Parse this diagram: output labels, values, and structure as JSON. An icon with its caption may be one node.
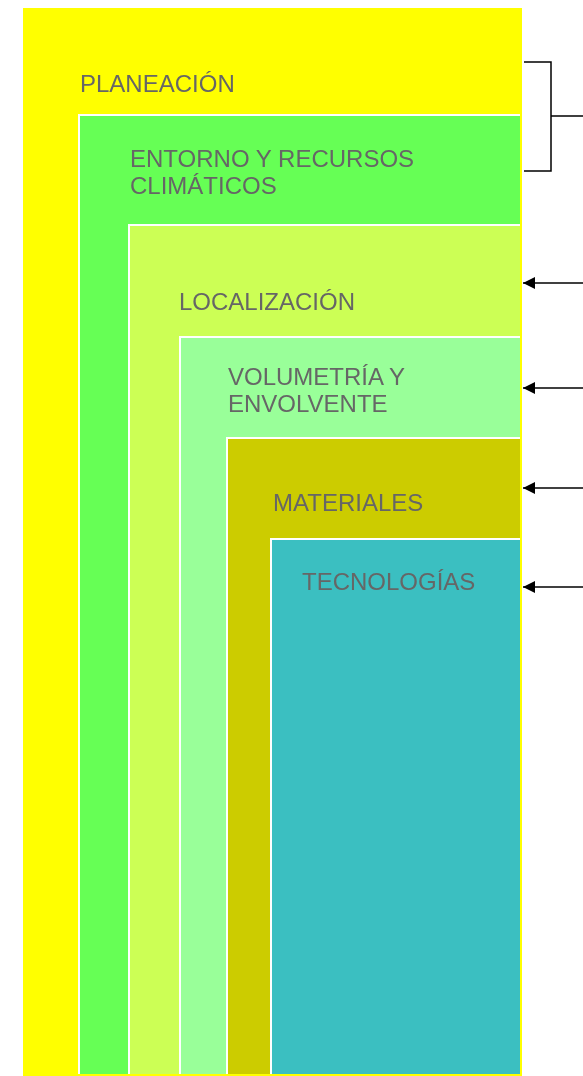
{
  "diagram": {
    "nodes": [
      {
        "text": [
          "PLANEACIÓN"
        ]
      },
      {
        "text": [
          "ENTORNO Y RECURSOS CLIMÁTICOS"
        ],
        "in": 0
      },
      {
        "text": [
          "LOCALIZACIÓN"
        ],
        "in": 1
      },
      {
        "text": [
          "VOLUMETRÍA Y ENVOLVENTE"
        ],
        "in": 2
      },
      {
        "text": [
          "MATERIALES"
        ],
        "in": 3
      },
      {
        "text": [
          "TECNOLOGÍAS"
        ],
        "in": 4
      }
    ],
    "edges": [
      {
        "from": null,
        "to": 2,
        "arrow": "to"
      },
      {
        "from": null,
        "to": 3,
        "arrow": "to"
      },
      {
        "from": null,
        "to": 4,
        "arrow": "to"
      },
      {
        "from": null,
        "to": 5,
        "arrow": "to"
      }
    ]
  }
}
